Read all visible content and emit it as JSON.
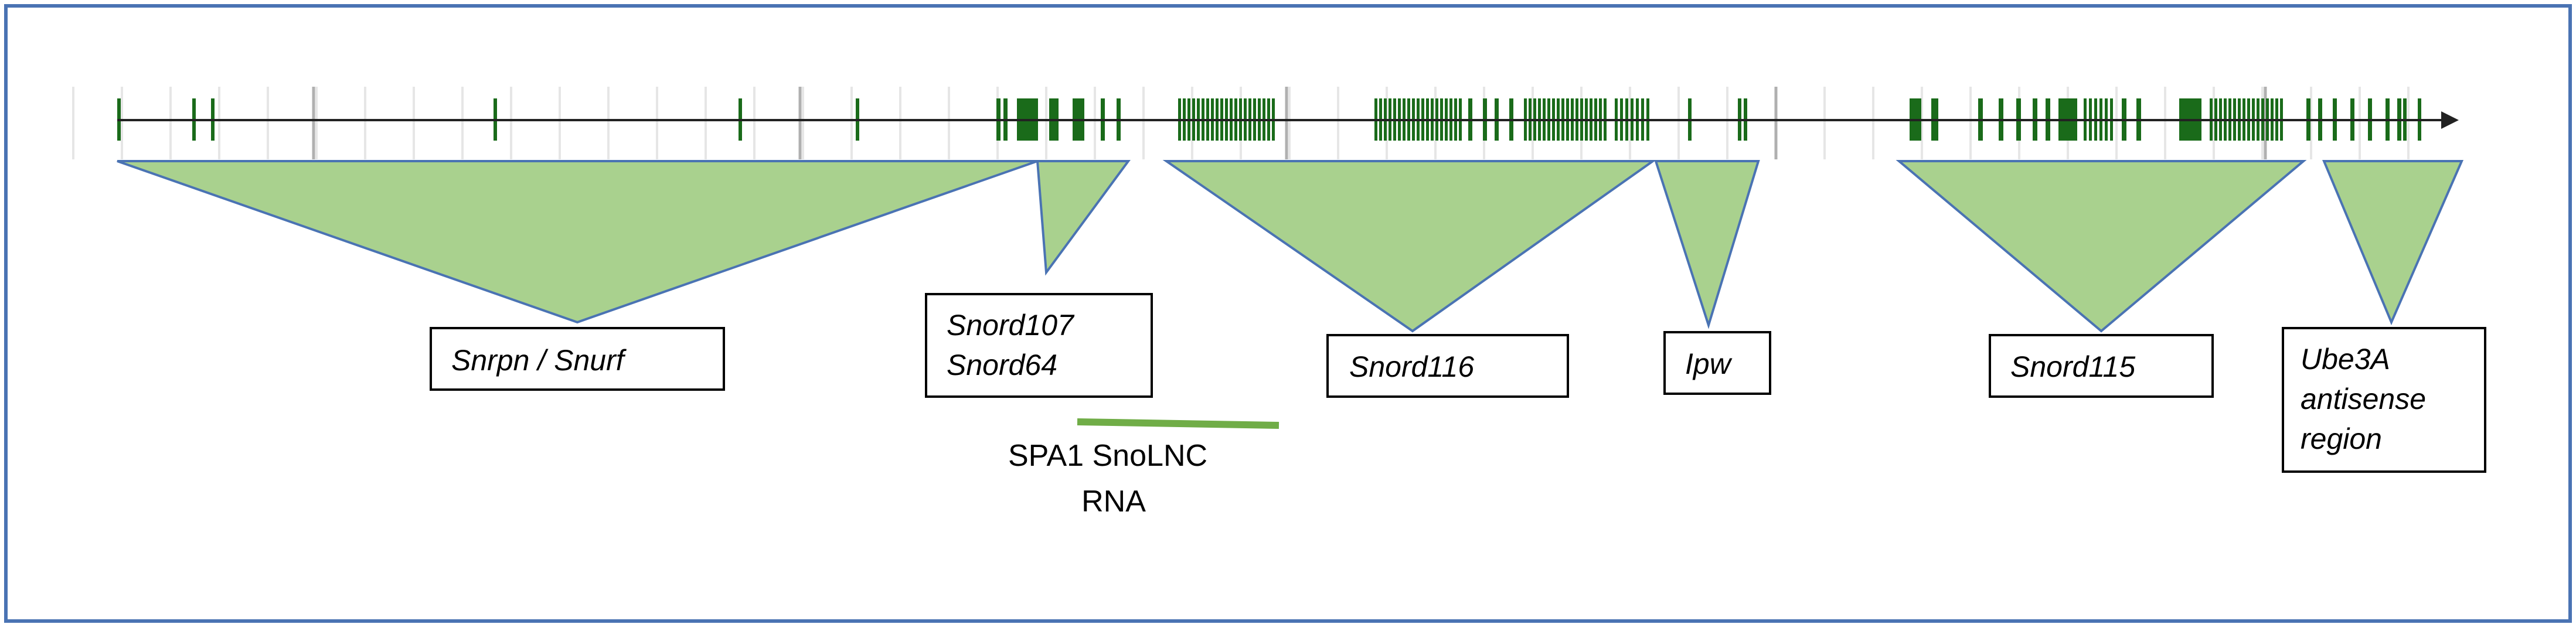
{
  "colors": {
    "frame": "#4a73b3",
    "exon": "#1a6b1a",
    "triangle_fill": "#a9d18e",
    "triangle_stroke": "#4a73b3",
    "snolnc_bar": "#70ad47",
    "axis": "#222222",
    "grid_light": "#e6e6e6",
    "grid_dark": "#b0b0b0"
  },
  "regions": [
    {
      "id": "snrpn",
      "lines": [
        "Snrpn / Snurf"
      ]
    },
    {
      "id": "snord107",
      "lines": [
        "Snord107",
        "Snord64"
      ]
    },
    {
      "id": "snord116",
      "lines": [
        "Snord116"
      ]
    },
    {
      "id": "ipw",
      "lines": [
        "Ipw"
      ]
    },
    {
      "id": "snord115",
      "lines": [
        "Snord115"
      ]
    },
    {
      "id": "ube3a",
      "lines": [
        "Ube3A",
        "antisense",
        "region"
      ]
    }
  ],
  "snolnc": {
    "lines": [
      "SPA1 SnoLNC",
      "RNA"
    ]
  }
}
